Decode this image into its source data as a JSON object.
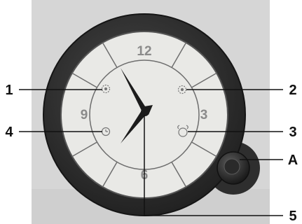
{
  "dial": {
    "numerals": {
      "twelve": "12",
      "three": "3",
      "six": "6",
      "nine": "9"
    }
  },
  "callouts": [
    {
      "id": "c1",
      "label": "1"
    },
    {
      "id": "c2",
      "label": "2"
    },
    {
      "id": "c3",
      "label": "3"
    },
    {
      "id": "c4",
      "label": "4"
    },
    {
      "id": "c5",
      "label": "5"
    },
    {
      "id": "cA",
      "label": "A"
    }
  ],
  "colors": {
    "background": "#ffffff",
    "photo_background": "#d6d6d6",
    "bezel": "#2e2e2e",
    "dial_face": "#e9e9e6",
    "hands": "#1c1c1c",
    "numerals": "#8a8a8a",
    "callout_lines": "#111111"
  }
}
